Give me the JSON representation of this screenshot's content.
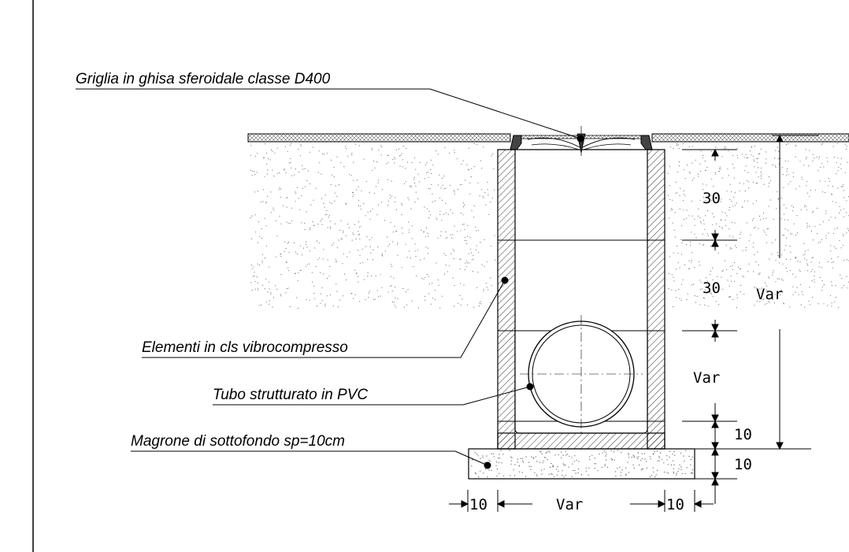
{
  "labels": {
    "grate": "Griglia in ghisa sferoidale classe D400",
    "elements": "Elementi in cls vibrocompresso",
    "pipe": "Tubo strutturato in PVC",
    "bedding": "Magrone di sottofondo sp=10cm"
  },
  "dimensions": {
    "ring_upper": "30",
    "ring_middle": "30",
    "total_right": "Var",
    "pipe_zone": "Var",
    "base_slab": "10",
    "bedding": "10",
    "wall_left": "10",
    "inner_width": "Var",
    "wall_right": "10"
  }
}
